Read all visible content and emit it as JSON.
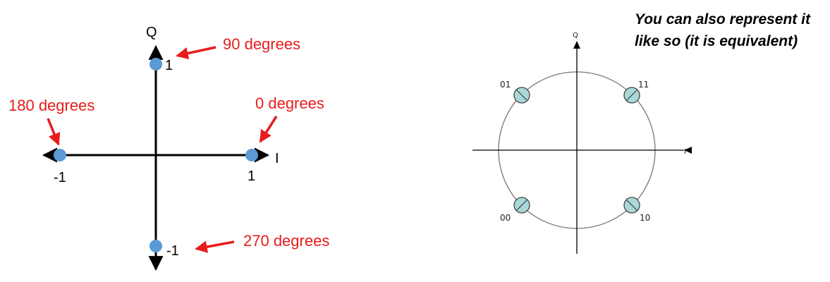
{
  "left_diagram": {
    "axis_q_label": "Q",
    "axis_i_label": "I",
    "tick_q_pos": "1",
    "tick_q_neg": "-1",
    "tick_i_pos": "1",
    "tick_i_neg": "-1",
    "points": [
      {
        "name": "point-0-degrees",
        "i": 1,
        "q": 0
      },
      {
        "name": "point-90-degrees",
        "i": 0,
        "q": 1
      },
      {
        "name": "point-180-degrees",
        "i": -1,
        "q": 0
      },
      {
        "name": "point-270-degrees",
        "i": 0,
        "q": -1
      }
    ],
    "annotations": {
      "deg0": "0 degrees",
      "deg90": "90 degrees",
      "deg180": "180 degrees",
      "deg270": "270 degrees"
    },
    "point_color": "#5b9bd5",
    "annotation_color": "#e81c1c"
  },
  "right_diagram": {
    "axis_q_label": "Q",
    "axis_i_label": "I",
    "symbols": [
      {
        "label": "01",
        "i": -1,
        "q": 1
      },
      {
        "label": "11",
        "i": 1,
        "q": 1
      },
      {
        "label": "00",
        "i": -1,
        "q": -1
      },
      {
        "label": "10",
        "i": 1,
        "q": -1
      }
    ],
    "symbol_fill": "#a8d8d8"
  },
  "note": {
    "line1": "You can also represent it",
    "line2": "like so (it is equivalent)"
  }
}
